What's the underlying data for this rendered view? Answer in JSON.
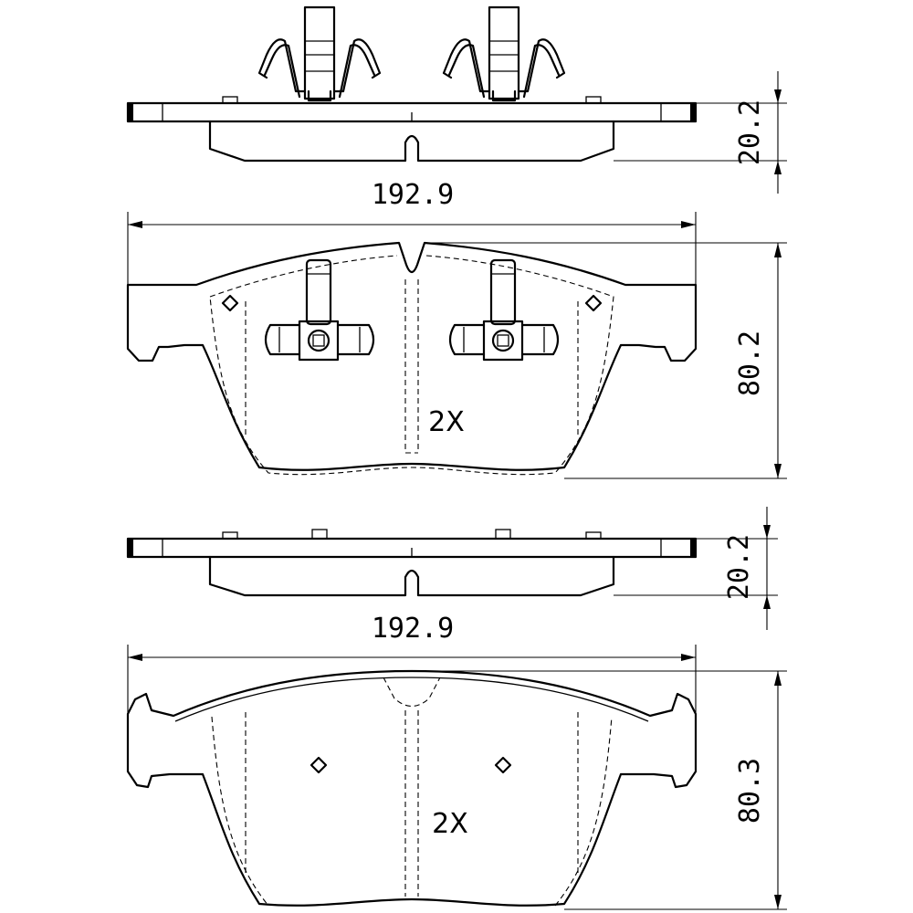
{
  "drawing": {
    "top_set": {
      "side_view": {
        "thickness_label": "20.2"
      },
      "width_label": "192.9",
      "face_view": {
        "height_label": "80.2",
        "quantity_label": "2X"
      }
    },
    "bottom_set": {
      "side_view": {
        "thickness_label": "20.2"
      },
      "width_label": "192.9",
      "face_view": {
        "height_label": "80.3",
        "quantity_label": "2X"
      }
    }
  }
}
